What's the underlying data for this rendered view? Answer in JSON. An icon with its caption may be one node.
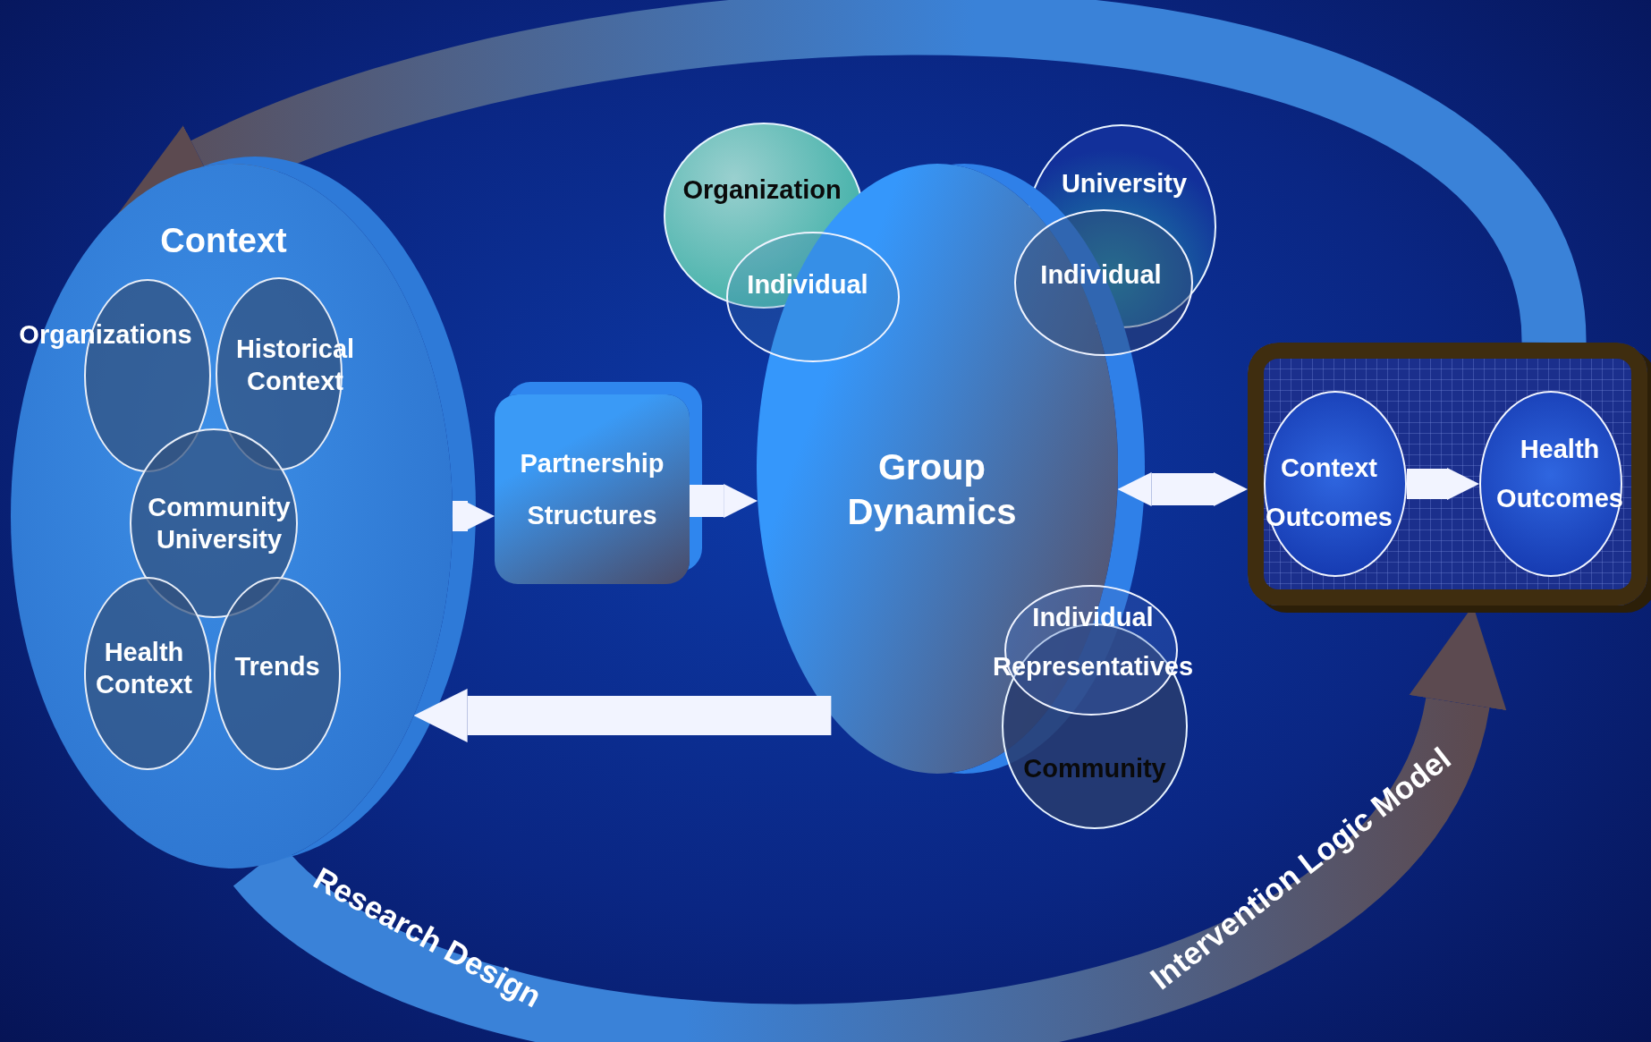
{
  "diagram": {
    "nodes": [
      {
        "text": [
          "Context"
        ]
      },
      {
        "text": [
          "Organizations"
        ],
        "in": 0
      },
      {
        "text": [
          "Historical Context"
        ],
        "in": 0
      },
      {
        "text": [
          "Community University"
        ],
        "in": 0
      },
      {
        "text": [
          "Health Context"
        ],
        "in": 0
      },
      {
        "text": [
          "Trends"
        ],
        "in": 0
      },
      {
        "text": [
          "Partnership Structures"
        ]
      },
      {
        "text": [
          "Group Dynamics"
        ]
      },
      {
        "text": [
          "Organization"
        ]
      },
      {
        "text": [
          "Individual"
        ]
      },
      {
        "text": [
          "University"
        ]
      },
      {
        "text": [
          "Individual"
        ]
      },
      {
        "text": [
          "Individual Representatives"
        ]
      },
      {
        "text": [
          "Community"
        ]
      },
      {
        "text": [],
        "shape": "box"
      },
      {
        "text": [
          "Context Outcomes"
        ],
        "in": 14
      },
      {
        "text": [
          "Health Outcomes"
        ],
        "in": 14
      }
    ],
    "edges": [
      {
        "from": 0,
        "to": 6,
        "arrow": "to"
      },
      {
        "from": 6,
        "to": 7,
        "arrow": "to"
      },
      {
        "from": 7,
        "to": 14,
        "arrow": "both"
      },
      {
        "from": 7,
        "to": 0,
        "arrow": "to"
      },
      {
        "from": 15,
        "to": 16,
        "arrow": "to"
      },
      {
        "from": 14,
        "to": 0,
        "arrow": "to",
        "style": "thick",
        "color": "#3a82d8"
      },
      {
        "from": 0,
        "to": 14,
        "arrow": "to",
        "style": "thick",
        "color": "#3a82d8",
        "label": "Intervention Logic Model"
      }
    ],
    "labels": [
      "Research Design"
    ]
  }
}
